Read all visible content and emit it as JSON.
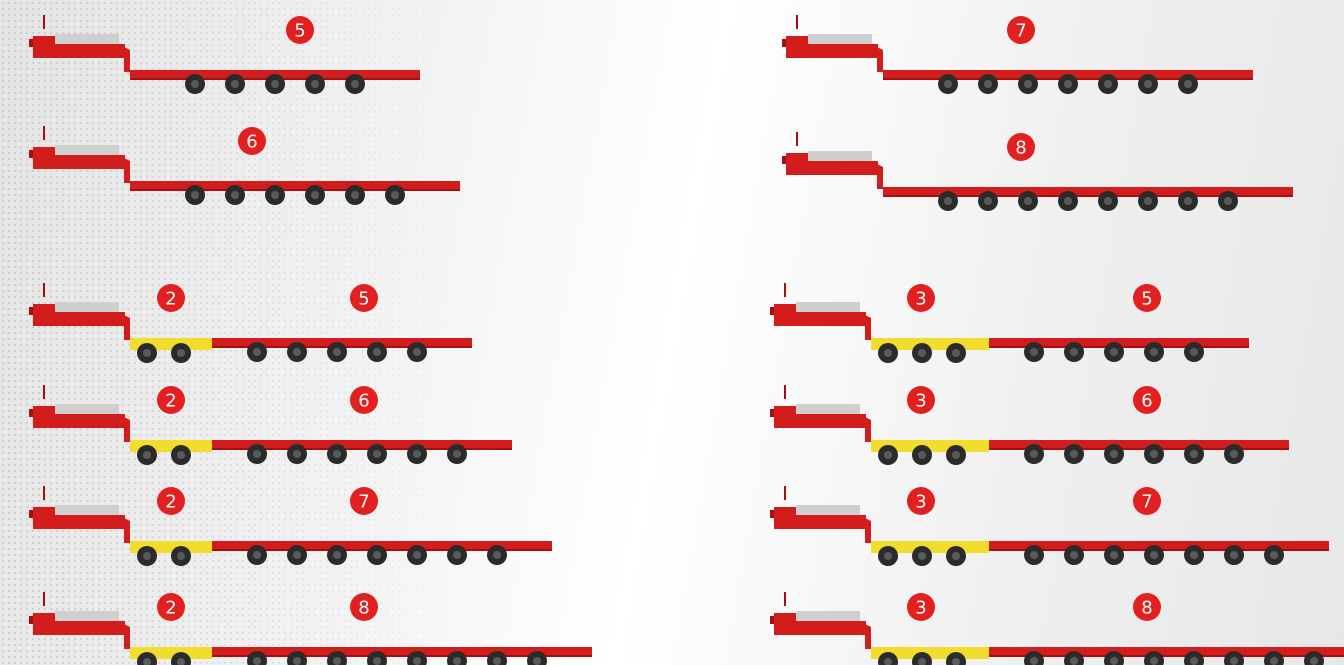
{
  "colors": {
    "trailer_red": "#d31c1c",
    "trailer_red_dark": "#a50f0f",
    "dolly_yellow": "#f2dd2c",
    "badge_red": "#e1201f",
    "wheel": "#2b2b2b",
    "ramp_gray": "#cfcfcf"
  },
  "configurations": [
    {
      "id": "lb-5",
      "dolly_axles": null,
      "main_axles": 5,
      "dolly_label": null,
      "main_label": "5"
    },
    {
      "id": "lb-7",
      "dolly_axles": null,
      "main_axles": 7,
      "dolly_label": null,
      "main_label": "7"
    },
    {
      "id": "lb-6",
      "dolly_axles": null,
      "main_axles": 6,
      "dolly_label": null,
      "main_label": "6"
    },
    {
      "id": "lb-8",
      "dolly_axles": null,
      "main_axles": 8,
      "dolly_label": null,
      "main_label": "8"
    },
    {
      "id": "d2-5",
      "dolly_axles": 2,
      "main_axles": 5,
      "dolly_label": "2",
      "main_label": "5"
    },
    {
      "id": "d3-5",
      "dolly_axles": 3,
      "main_axles": 5,
      "dolly_label": "3",
      "main_label": "5"
    },
    {
      "id": "d2-6",
      "dolly_axles": 2,
      "main_axles": 6,
      "dolly_label": "2",
      "main_label": "6"
    },
    {
      "id": "d3-6",
      "dolly_axles": 3,
      "main_axles": 6,
      "dolly_label": "3",
      "main_label": "6"
    },
    {
      "id": "d2-7",
      "dolly_axles": 2,
      "main_axles": 7,
      "dolly_label": "2",
      "main_label": "7"
    },
    {
      "id": "d3-7",
      "dolly_axles": 3,
      "main_axles": 7,
      "dolly_label": "3",
      "main_label": "7"
    },
    {
      "id": "d2-8",
      "dolly_axles": 2,
      "main_axles": 8,
      "dolly_label": "2",
      "main_label": "8"
    },
    {
      "id": "d3-8",
      "dolly_axles": 3,
      "main_axles": 8,
      "dolly_label": "3",
      "main_label": "8"
    }
  ]
}
